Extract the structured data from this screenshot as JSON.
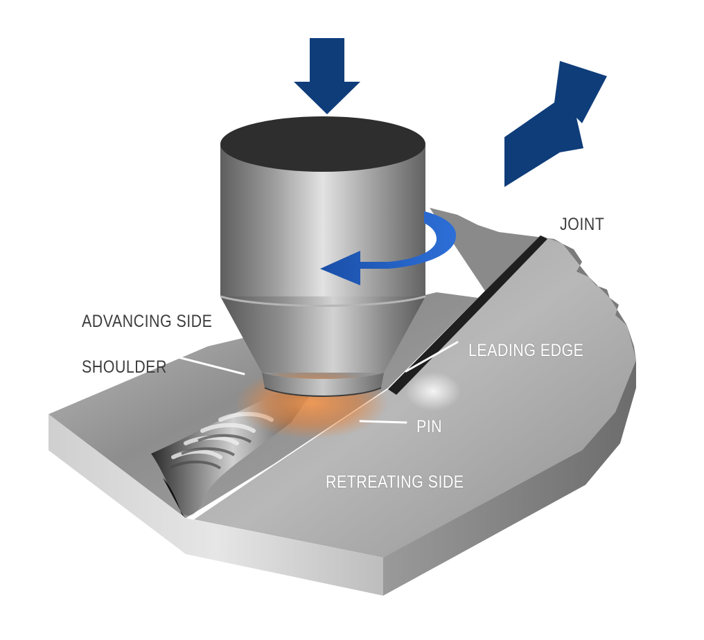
{
  "labels": {
    "joint": "JOINT",
    "advancing_side": "ADVANCING SIDE",
    "shoulder": "SHOULDER",
    "leading_edge": "LEADING EDGE",
    "pin": "PIN",
    "retreating_side": "RETREATING SIDE"
  },
  "colors": {
    "arrow_navy": "#0f3d7a",
    "rotation_blue": "#1f5bc4",
    "heat_glow": "#e8833a",
    "metal_light": "#d9d9d9",
    "metal_dark": "#6e6e6e"
  },
  "icons": {
    "down_arrow": "downward-force-arrow",
    "travel_arrow": "travel-direction-arrow",
    "rotation_arrow": "rotation-arrow"
  }
}
